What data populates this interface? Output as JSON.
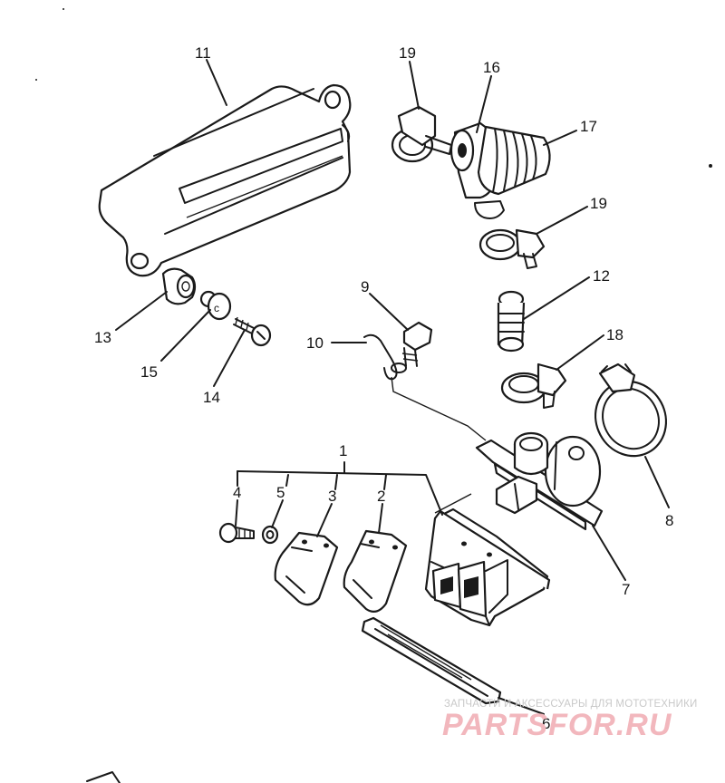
{
  "callouts": {
    "c1": "1",
    "c2": "2",
    "c3": "3",
    "c4": "4",
    "c5": "5",
    "c6": "6",
    "c7": "7",
    "c8": "8",
    "c9": "9",
    "c10": "10",
    "c11": "11",
    "c12": "12",
    "c13": "13",
    "c14": "14",
    "c15": "15",
    "c16": "16",
    "c17": "17",
    "c18": "18",
    "c19a": "19",
    "c19b": "19"
  },
  "watermark": {
    "subtitle": "ЗАПЧАСТИ И АКСЕССУАРЫ ДЛЯ МОТОТЕХНИКИ",
    "logo": "PARTSFOR.RU"
  },
  "colors": {
    "ink": "#1a1a1a",
    "watermark_logo": "#f2b7bd",
    "watermark_text": "#c9c9c9"
  }
}
